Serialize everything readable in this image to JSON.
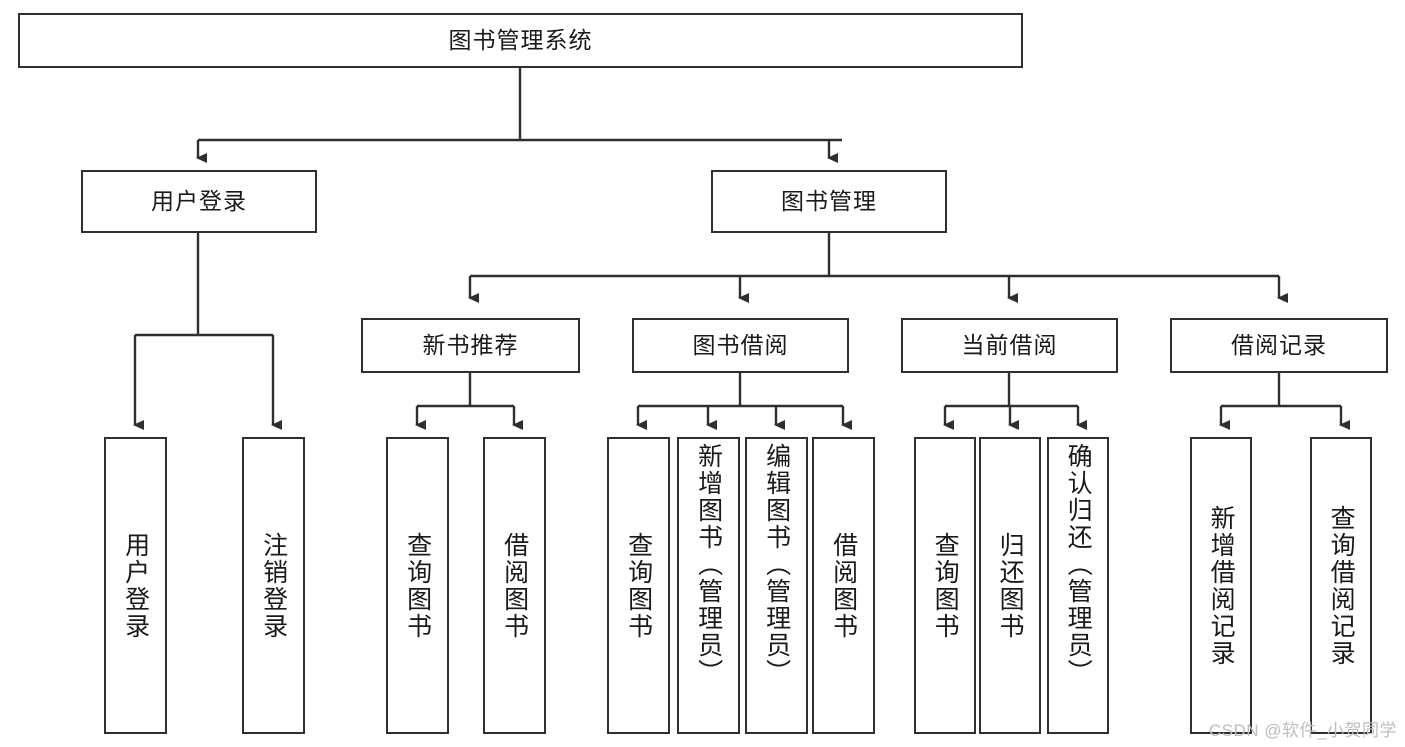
{
  "diagram": {
    "title": "图书管理系统",
    "type": "tree-hierarchy",
    "background_color": "#ffffff",
    "border_color": "#2f2f2f",
    "text_color": "#1a1a1a"
  },
  "watermark": {
    "text": "CSDN @软件_小贺同学",
    "color": "#bdbdbd"
  },
  "nodes": {
    "root": {
      "label": "图书管理系统",
      "level": 1
    },
    "level2": [
      {
        "id": "user-login",
        "label": "用户登录"
      },
      {
        "id": "book-manage",
        "label": "图书管理"
      }
    ],
    "level3": [
      {
        "id": "new-book-recommend",
        "label": "新书推荐",
        "parent": "book-manage"
      },
      {
        "id": "book-borrow",
        "label": "图书借阅",
        "parent": "book-manage"
      },
      {
        "id": "current-borrow",
        "label": "当前借阅",
        "parent": "book-manage"
      },
      {
        "id": "borrow-record",
        "label": "借阅记录",
        "parent": "book-manage"
      }
    ],
    "leaves": {
      "user-login": [
        {
          "id": "leaf-user-login",
          "label": "用户登录"
        },
        {
          "id": "leaf-user-logout",
          "label": "注销登录"
        }
      ],
      "new-book-recommend": [
        {
          "id": "leaf-query-book-1",
          "label": "查询图书"
        },
        {
          "id": "leaf-borrow-book-1",
          "label": "借阅图书"
        }
      ],
      "book-borrow": [
        {
          "id": "leaf-query-book-2",
          "label": "查询图书"
        },
        {
          "id": "leaf-add-book",
          "label": "新增图书（管理员）"
        },
        {
          "id": "leaf-edit-book",
          "label": "编辑图书（管理员）"
        },
        {
          "id": "leaf-borrow-book-2",
          "label": "借阅图书"
        }
      ],
      "current-borrow": [
        {
          "id": "leaf-query-book-3",
          "label": "查询图书"
        },
        {
          "id": "leaf-return-book",
          "label": "归还图书"
        },
        {
          "id": "leaf-confirm-return",
          "label": "确认归还（管理员）"
        }
      ],
      "borrow-record": [
        {
          "id": "leaf-add-record",
          "label": "新增借阅记录"
        },
        {
          "id": "leaf-query-record",
          "label": "查询借阅记录"
        }
      ]
    }
  }
}
